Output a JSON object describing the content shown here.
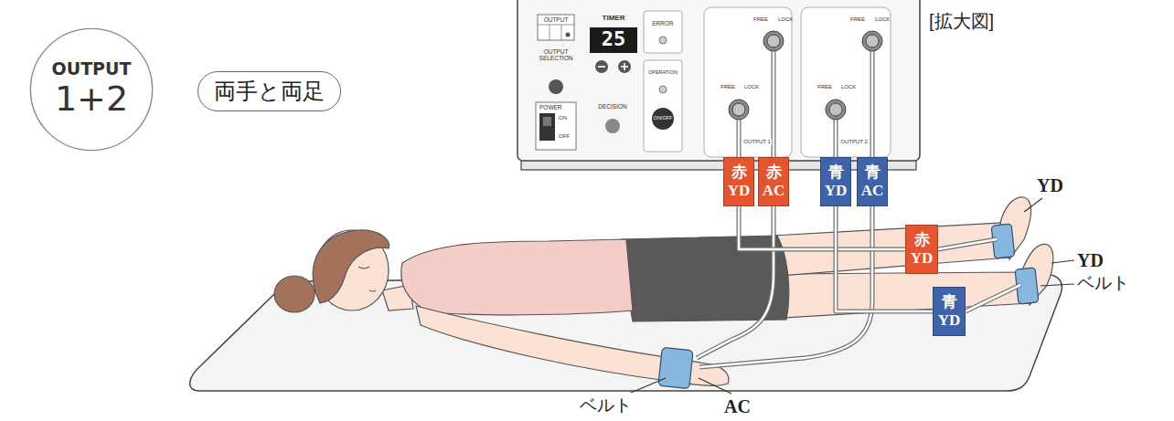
{
  "diagram": {
    "nodes": [
      {
        "text": [
          "OUTPUT",
          "1+2"
        ]
      },
      {
        "text": [
          "両手と両足"
        ]
      },
      {
        "text": [
          "赤 YD"
        ]
      },
      {
        "text": [
          "赤 AC"
        ]
      },
      {
        "text": [
          "青 YD"
        ]
      },
      {
        "text": [
          "青 AC"
        ]
      },
      {
        "text": [
          "赤 YD"
        ]
      },
      {
        "text": [
          "青 YD"
        ]
      }
    ],
    "edges": [
      {
        "from": 2,
        "to": 6,
        "arrow": "none"
      },
      {
        "from": 4,
        "to": 7,
        "arrow": "none"
      }
    ],
    "labels": [
      "[拡大図]",
      "OUTPUT",
      "OUTPUT SELECTION",
      "TIMER",
      "25",
      "POWER",
      "ON",
      "OFF",
      "DECISION",
      "ERROR",
      "OPERATION",
      "ON/OFF",
      "FREE",
      "LOCK",
      "FREE",
      "LOCK",
      "OUTPUT 1",
      "FREE",
      "LOCK",
      "FREE",
      "LOCK",
      "OUTPUT 2",
      "YD",
      "YD",
      "ベルト",
      "ベルト",
      "AC"
    ]
  }
}
